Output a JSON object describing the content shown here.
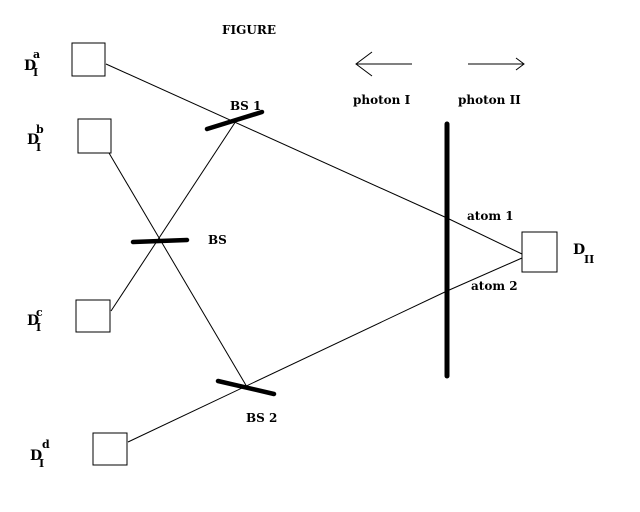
{
  "title": "FIGURE",
  "arrows": {
    "photon_I_label": "photon I",
    "photon_II_label": "photon II"
  },
  "beam_splitters": {
    "bs1": "BS 1",
    "bs": "BS",
    "bs2": "BS 2"
  },
  "atoms": {
    "atom1": "atom 1",
    "atom2": "atom 2"
  },
  "detectors": {
    "a": {
      "main": "D",
      "sub": "I",
      "sup": "a"
    },
    "b": {
      "main": "D",
      "sub": "I",
      "sup": "b"
    },
    "c": {
      "main": "D",
      "sub": "I",
      "sup": "c"
    },
    "d": {
      "main": "D",
      "sub": "I",
      "sup": "d"
    },
    "II": {
      "main": "D",
      "sub": "II"
    }
  }
}
